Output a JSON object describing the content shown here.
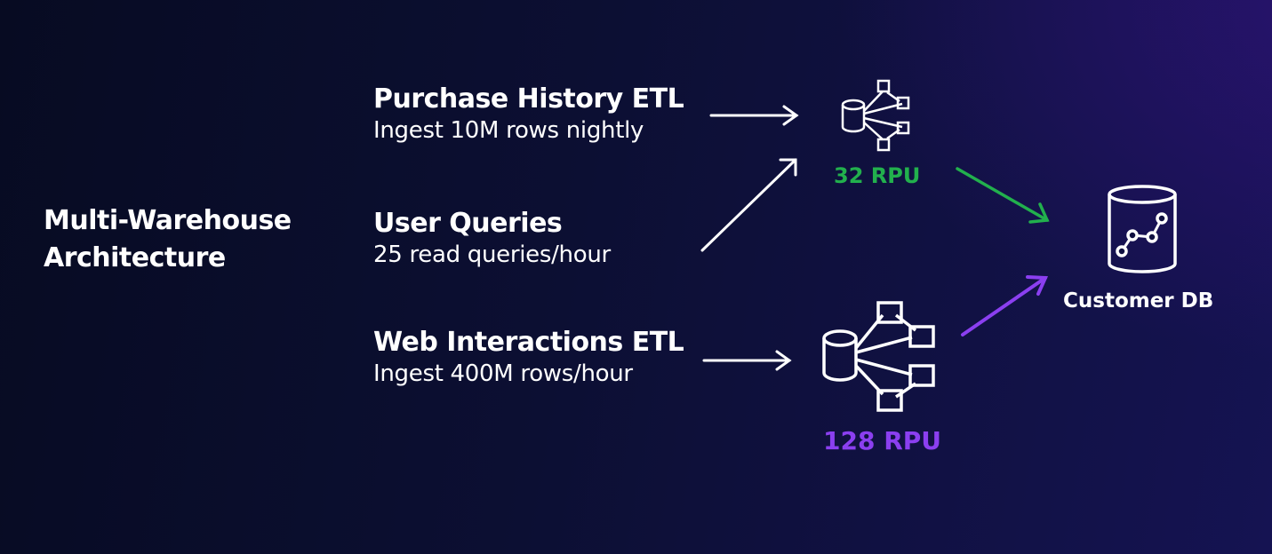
{
  "title": {
    "line1": "Multi-Warehouse",
    "line2": "Architecture"
  },
  "sources": [
    {
      "title": "Purchase History ETL",
      "subtitle": "Ingest 10M rows nightly"
    },
    {
      "title": "User Queries",
      "subtitle": "25 read queries/hour"
    },
    {
      "title": "Web Interactions ETL",
      "subtitle": "Ingest 400M rows/hour"
    }
  ],
  "warehouses": {
    "small": {
      "label": "32 RPU",
      "color": "#22b04d"
    },
    "large": {
      "label": "128 RPU",
      "color": "#8b3ff0"
    }
  },
  "destination": {
    "label": "Customer DB"
  },
  "colors": {
    "arrow_default": "#ffffff",
    "arrow_small": "#22b04d",
    "arrow_large": "#8b3ff0"
  }
}
